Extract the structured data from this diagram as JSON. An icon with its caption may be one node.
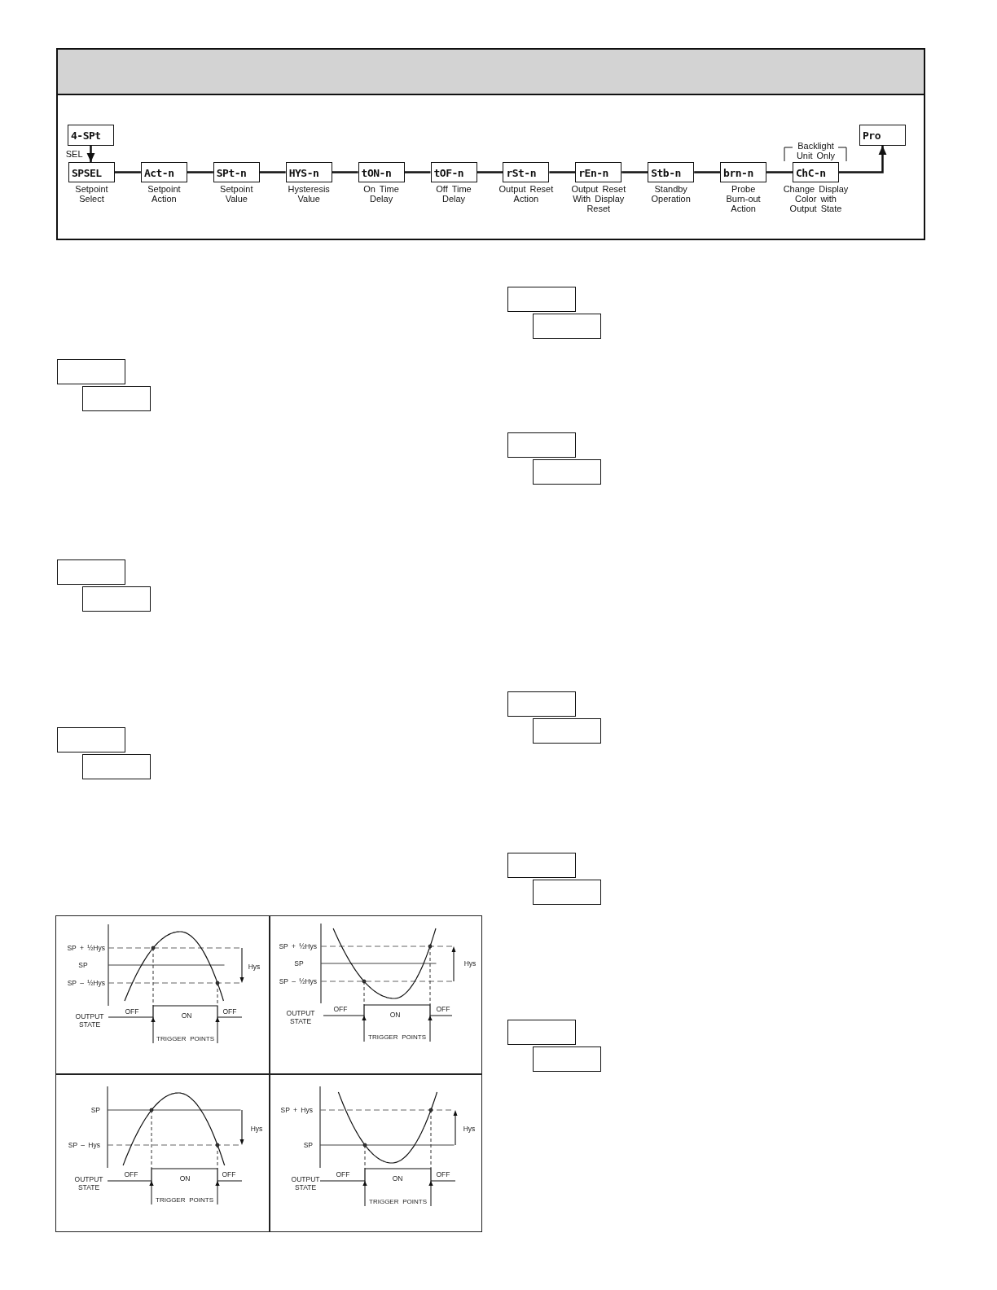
{
  "diagram": {
    "nodes": [
      {
        "text": [
          "4-SPt"
        ]
      },
      {
        "text": [
          "SPSEL"
        ],
        "beside": [
          "Setpoint Select"
        ]
      },
      {
        "text": [
          "Act-n"
        ],
        "beside": [
          "Setpoint Action"
        ]
      },
      {
        "text": [
          "SPt-n"
        ],
        "beside": [
          "Setpoint Value"
        ]
      },
      {
        "text": [
          "HYS-n"
        ],
        "beside": [
          "Hysteresis Value"
        ]
      },
      {
        "text": [
          "tON-n"
        ],
        "beside": [
          "On Time Delay"
        ]
      },
      {
        "text": [
          "tOF-n"
        ],
        "beside": [
          "Off Time Delay"
        ]
      },
      {
        "text": [
          "rSt-n"
        ],
        "beside": [
          "Output Reset Action"
        ]
      },
      {
        "text": [
          "rEn-n"
        ],
        "beside": [
          "Output Reset With Display Reset"
        ]
      },
      {
        "text": [
          "Stb-n"
        ],
        "beside": [
          "Standby Operation"
        ]
      },
      {
        "text": [
          "brn-n"
        ],
        "beside": [
          "Probe Burn-out Action"
        ]
      },
      {
        "text": [
          "ChC-n"
        ],
        "beside": [
          "Backlight Unit Only",
          "Change Display Color with Output State"
        ]
      },
      {
        "text": [
          "Pro"
        ]
      },
      {
        "text": [],
        "shape": "box"
      },
      {
        "text": [],
        "shape": "box"
      },
      {
        "text": [],
        "shape": "box"
      },
      {
        "text": [],
        "shape": "box"
      },
      {
        "text": [],
        "shape": "box"
      },
      {
        "text": [],
        "shape": "box"
      },
      {
        "text": [],
        "shape": "picture"
      },
      {
        "text": [
          "TRIGGER POINTS"
        ]
      },
      {
        "text": [],
        "shape": "picture"
      },
      {
        "text": [
          "TRIGGER POINTS"
        ]
      },
      {
        "text": [],
        "shape": "picture"
      },
      {
        "text": [
          "TRIGGER POINTS"
        ]
      },
      {
        "text": [],
        "shape": "picture"
      },
      {
        "text": [
          "TRIGGER POINTS"
        ]
      },
      {
        "text": [],
        "shape": "box"
      },
      {
        "text": [],
        "shape": "box"
      },
      {
        "text": [],
        "shape": "box"
      },
      {
        "text": [],
        "shape": "box"
      },
      {
        "text": [],
        "shape": "box"
      },
      {
        "text": [],
        "shape": "box"
      },
      {
        "text": [],
        "shape": "box"
      },
      {
        "text": [],
        "shape": "box"
      },
      {
        "text": [],
        "shape": "box"
      },
      {
        "text": [],
        "shape": "box"
      }
    ],
    "edges": [
      {
        "from": 0,
        "to": 1,
        "arrow": "to",
        "label": "SEL"
      },
      {
        "from": 1,
        "to": 2,
        "arrow": "none"
      },
      {
        "from": 2,
        "to": 3,
        "arrow": "none"
      },
      {
        "from": 3,
        "to": 4,
        "arrow": "none"
      },
      {
        "from": 4,
        "to": 5,
        "arrow": "none"
      },
      {
        "from": 5,
        "to": 6,
        "arrow": "none"
      },
      {
        "from": 6,
        "to": 7,
        "arrow": "none"
      },
      {
        "from": 7,
        "to": 8,
        "arrow": "none"
      },
      {
        "from": 8,
        "to": 9,
        "arrow": "none"
      },
      {
        "from": 9,
        "to": 10,
        "arrow": "none"
      },
      {
        "from": 10,
        "to": 11,
        "arrow": "none"
      },
      {
        "from": 11,
        "to": 12,
        "arrow": "to"
      },
      {
        "from": 20,
        "to": 19,
        "arrow": "to"
      },
      {
        "from": 20,
        "to": 19,
        "arrow": "to"
      },
      {
        "from": 22,
        "to": 21,
        "arrow": "to"
      },
      {
        "from": 22,
        "to": 21,
        "arrow": "to"
      },
      {
        "from": 24,
        "to": 23,
        "arrow": "to"
      },
      {
        "from": 24,
        "to": 23,
        "arrow": "to"
      },
      {
        "from": 26,
        "to": 25,
        "arrow": "to"
      },
      {
        "from": 26,
        "to": 25,
        "arrow": "to"
      }
    ],
    "labels": [
      "SP + ½Hys",
      "SP",
      "Hys",
      "SP – ½Hys",
      "OFF",
      "ON",
      "OFF",
      "OUTPUT STATE",
      "SP + ½Hys",
      "SP",
      "Hys",
      "SP – ½Hys",
      "OFF",
      "ON",
      "OFF",
      "OUTPUT STATE",
      "SP",
      "Hys",
      "SP – Hys",
      "OFF",
      "ON",
      "OFF",
      "OUTPUT STATE",
      "SP + Hys",
      "Hys",
      "SP",
      "OFF",
      "ON",
      "OFF",
      "OUTPUT STATE"
    ]
  }
}
